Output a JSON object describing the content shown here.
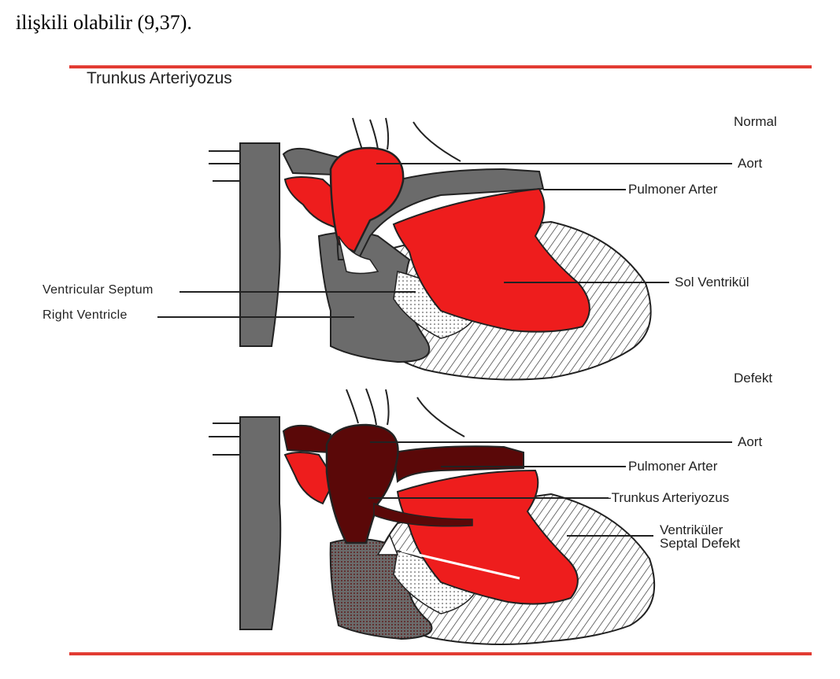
{
  "intro_text": "ilişkili olabilir (9,37).",
  "figure": {
    "title": "Trunkus Arteriyozus",
    "colors": {
      "rule": "#e23b33",
      "oxygenated": "#ee1d1d",
      "deoxygenated": "#6b6b6b",
      "mixed": "#5a0808"
    },
    "normal": {
      "heading": "Normal",
      "labels": {
        "aort": "Aort",
        "pulmoner_arter": "Pulmoner Arter",
        "sol_ventrikul": "Sol Ventrikül",
        "ventricular_septum": "Ventricular Septum",
        "right_ventricle": "Right Ventricle"
      }
    },
    "defect": {
      "heading": "Defekt",
      "labels": {
        "aort": "Aort",
        "pulmoner_arter": "Pulmoner Arter",
        "trunkus_arteriyozus": "-Trunkus Arteriyozus",
        "vsd_line1": "Ventriküler",
        "vsd_line2": "Septal Defekt"
      }
    }
  }
}
